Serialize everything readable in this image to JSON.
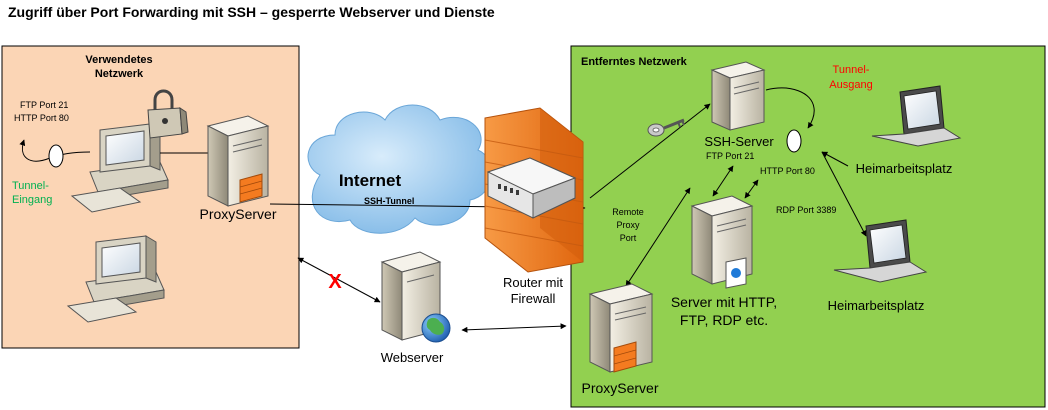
{
  "title": "Zugriff über Port Forwarding mit SSH – gesperrte Webserver und Dienste",
  "colors": {
    "local_bg": "#fbd5b5",
    "remote_bg": "#92d050",
    "tunnel_label": "#ff0000",
    "tunnel_entry": "#00b050",
    "blocked": "#ff0000",
    "firewall": "#f47b20",
    "globe": "#1f7ad8"
  },
  "local_network": {
    "label_line1": "Verwendetes",
    "label_line2": "Netzwerk",
    "ftp_port": "FTP Port 21",
    "http_port": "HTTP Port 80",
    "tunnel_entry_line1": "Tunnel-",
    "tunnel_entry_line2": "Eingang",
    "proxy_label": "ProxyServer"
  },
  "internet": {
    "label": "Internet",
    "tunnel_label": "SSH-Tunnel"
  },
  "firewall": {
    "label_line1": "Router mit",
    "label_line2": "Firewall"
  },
  "blocked_mark": "X",
  "webserver_label": "Webserver",
  "remote_network": {
    "label": "Entferntes Netzwerk",
    "tunnel_exit_line1": "Tunnel-",
    "tunnel_exit_line2": "Ausgang",
    "ssh_server_label": "SSH-Server",
    "ftp_port": "FTP Port 21",
    "http_port": "HTTP Port 80",
    "remote_proxy_line1": "Remote",
    "remote_proxy_line2": "Proxy",
    "remote_proxy_line3": "Port",
    "server_line1": "Server mit HTTP,",
    "server_line2": "FTP, RDP etc.",
    "proxy_label": "ProxyServer",
    "rdp_port": "RDP Port 3389",
    "workstation1_label": "Heimarbeitsplatz",
    "workstation2_label": "Heimarbeitsplatz"
  }
}
